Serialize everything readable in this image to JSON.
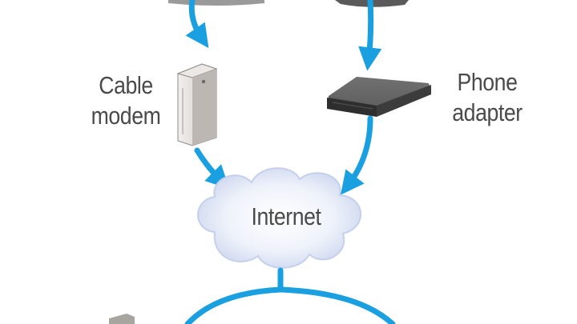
{
  "diagram": {
    "nodes": {
      "cable_modem": {
        "line1": "Cable",
        "line2": "modem",
        "icon": "cable-modem-icon"
      },
      "phone_adapter": {
        "line1": "Phone",
        "line2": "adapter",
        "icon": "phone-adapter-icon"
      },
      "internet": {
        "label": "Internet",
        "icon": "cloud-icon"
      }
    },
    "colors": {
      "arrow": "#1aa0e0",
      "label_text": "#4a4a4a",
      "cloud_fill": "#dbe3f3",
      "cloud_edge": "#c5d0ea",
      "modem_body": "#d8d4d0",
      "adapter_body": "#3c3c3c"
    }
  }
}
